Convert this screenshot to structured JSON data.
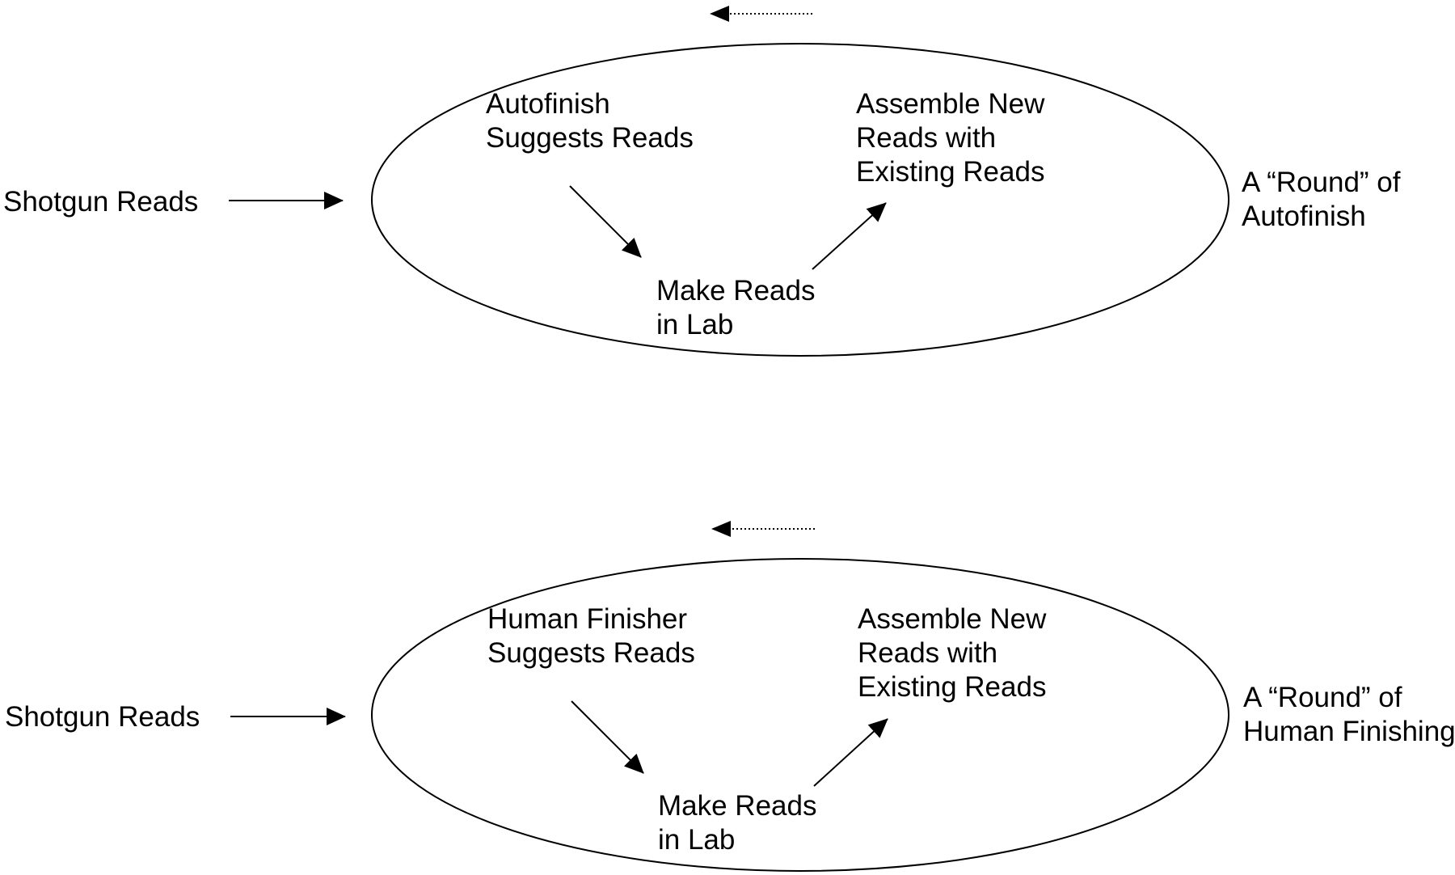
{
  "colors": {
    "ink": "#000000",
    "background": "#ffffff"
  },
  "panels": [
    {
      "input_label": "Shotgun Reads",
      "step_suggest": [
        "Autofinish",
        "Suggests Reads"
      ],
      "step_assemble": [
        "Assemble New",
        "Reads with",
        "Existing Reads"
      ],
      "step_lab": [
        "Make Reads",
        "in Lab"
      ],
      "round_label": [
        "A “Round” of",
        "Autofinish"
      ]
    },
    {
      "input_label": "Shotgun Reads",
      "step_suggest": [
        "Human Finisher",
        "Suggests Reads"
      ],
      "step_assemble": [
        "Assemble New",
        "Reads with",
        "Existing Reads"
      ],
      "step_lab": [
        "Make Reads",
        "in Lab"
      ],
      "round_label": [
        "A “Round” of",
        "Human Finishing"
      ]
    }
  ]
}
